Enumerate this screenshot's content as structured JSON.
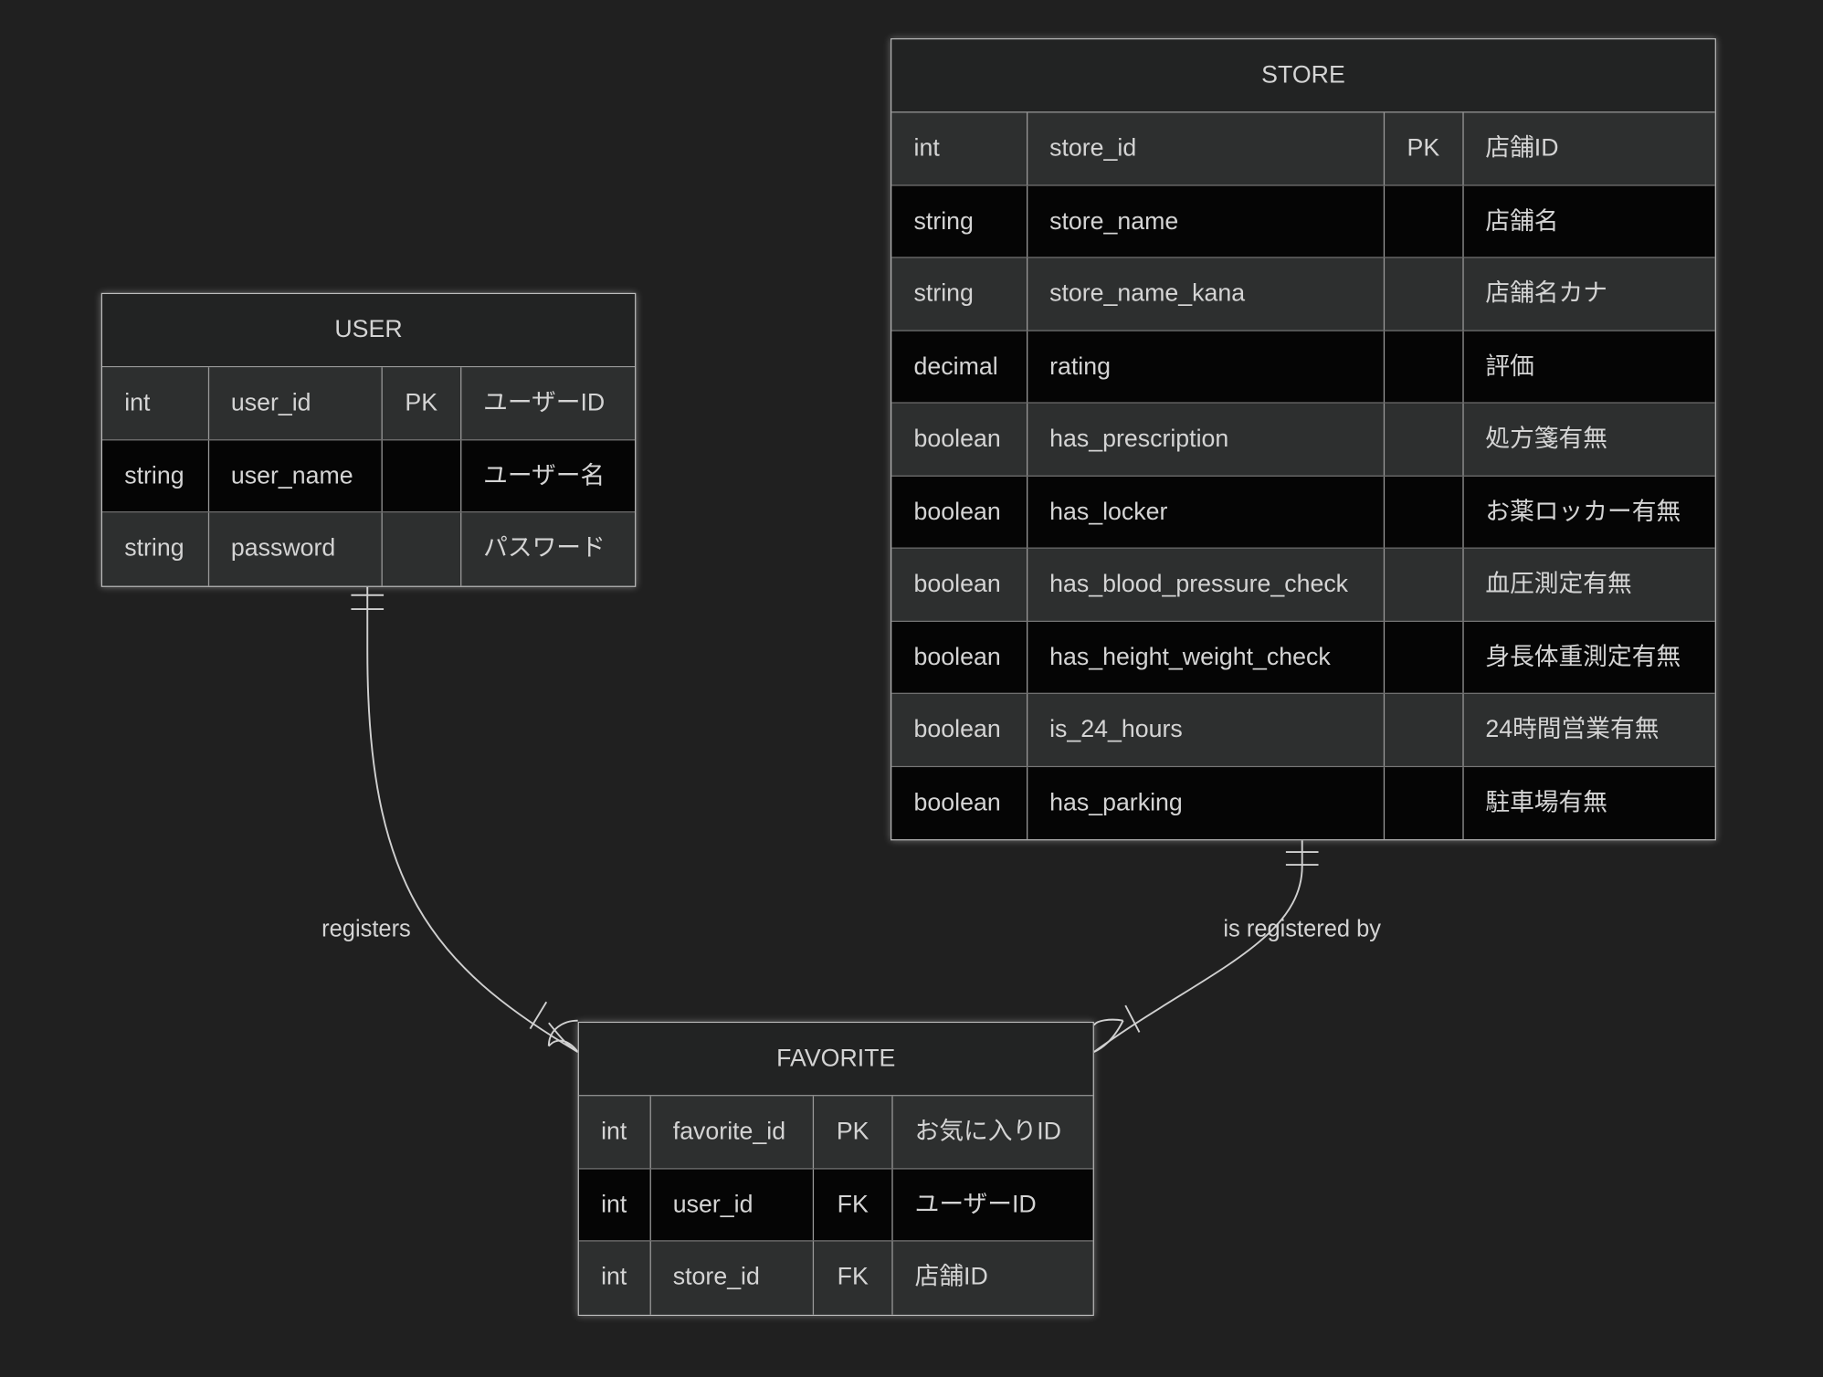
{
  "entities": {
    "user": {
      "name": "USER",
      "rows": [
        [
          "int",
          "user_id",
          "PK",
          "ユーザーID"
        ],
        [
          "string",
          "user_name",
          "",
          "ユーザー名"
        ],
        [
          "string",
          "password",
          "",
          "パスワード"
        ]
      ]
    },
    "store": {
      "name": "STORE",
      "rows": [
        [
          "int",
          "store_id",
          "PK",
          "店舗ID"
        ],
        [
          "string",
          "store_name",
          "",
          "店舗名"
        ],
        [
          "string",
          "store_name_kana",
          "",
          "店舗名カナ"
        ],
        [
          "decimal",
          "rating",
          "",
          "評価"
        ],
        [
          "boolean",
          "has_prescription",
          "",
          "処方箋有無"
        ],
        [
          "boolean",
          "has_locker",
          "",
          "お薬ロッカー有無"
        ],
        [
          "boolean",
          "has_blood_pressure_check",
          "",
          "血圧測定有無"
        ],
        [
          "boolean",
          "has_height_weight_check",
          "",
          "身長体重測定有無"
        ],
        [
          "boolean",
          "is_24_hours",
          "",
          "24時間営業有無"
        ],
        [
          "boolean",
          "has_parking",
          "",
          "駐車場有無"
        ]
      ]
    },
    "favorite": {
      "name": "FAVORITE",
      "rows": [
        [
          "int",
          "favorite_id",
          "PK",
          "お気に入りID"
        ],
        [
          "int",
          "user_id",
          "FK",
          "ユーザーID"
        ],
        [
          "int",
          "store_id",
          "FK",
          "店舗ID"
        ]
      ]
    }
  },
  "relationships": [
    {
      "from": "USER",
      "to": "FAVORITE",
      "label": "registers",
      "from_cardinality": "exactly-one",
      "to_cardinality": "one-or-more"
    },
    {
      "from": "STORE",
      "to": "FAVORITE",
      "label": "is registered by",
      "from_cardinality": "exactly-one",
      "to_cardinality": "one-or-more"
    }
  ],
  "colors": {
    "background": "#202020",
    "header": "#222323",
    "row_odd": "#2d2f2f",
    "row_even": "#050505",
    "text": "#d4d4d4",
    "line": "#d0d0d0"
  }
}
